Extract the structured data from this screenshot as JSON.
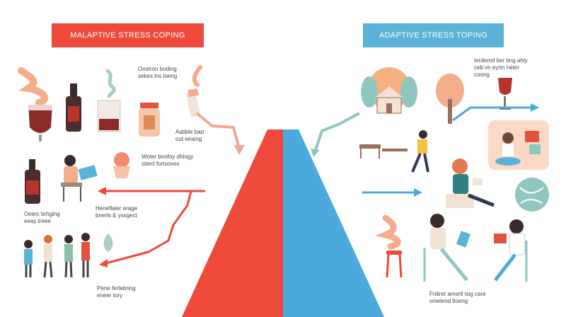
{
  "left_banner": "MALAPTIVE STRESS COPING",
  "right_banner": "ADAPTIVE STRESS TOPING",
  "labels": {
    "top_center_left": "Onstron boding\nsekes lns loeng",
    "mid_left_1": "Aatible bad\nout eeaing",
    "mid_left_2": "Woter bnnfoy dhlogy\nstiect fortooves",
    "left_side": "Oeerc brhging\neeay treee",
    "center_left": "Heneflaler erage\nbnerls & yssgect",
    "bottom_left": "Pene fertebring\neneer tory",
    "top_right": "Ierdemd ber bng ahly\nceb vn eyrtn heter\ncoong",
    "bottom_right": "Frdiret amertl lsig care\nsmelend Iloeng"
  },
  "colors": {
    "maladaptive": "#ee4a3b",
    "adaptive": "#4ba9dc"
  }
}
